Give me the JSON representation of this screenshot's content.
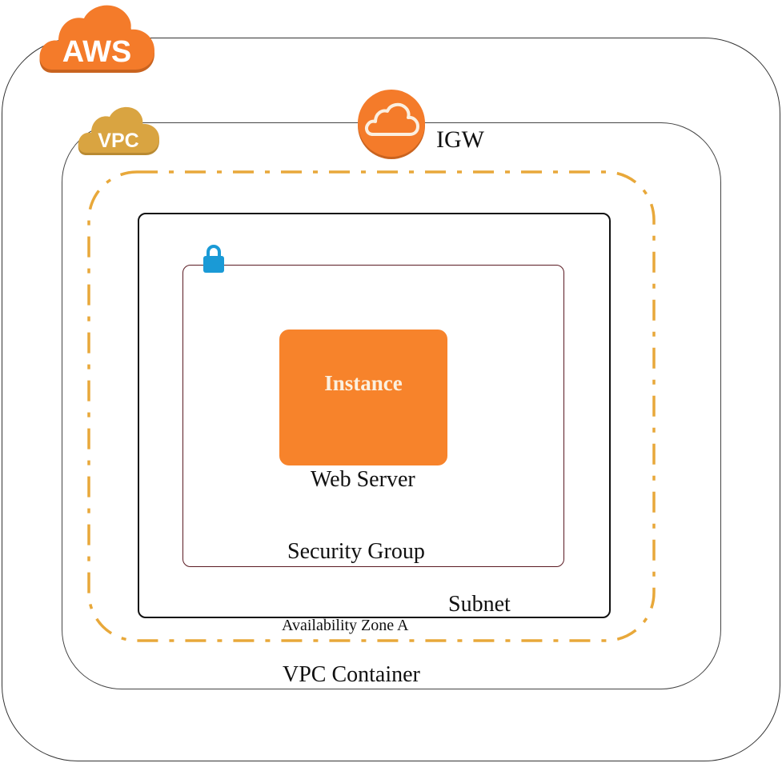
{
  "diagram": {
    "aws": {
      "label": "AWS",
      "color": "#f47b2a",
      "icon": "aws-cloud-icon"
    },
    "vpc": {
      "label": "VPC",
      "color": "#d9a441",
      "icon": "vpc-cloud-icon",
      "container_label": "VPC Container"
    },
    "igw": {
      "label": "IGW",
      "color": "#f47b2a",
      "icon": "internet-gateway-icon"
    },
    "availability_zone": {
      "label": "Availability Zone A",
      "border_color": "#e8a83a",
      "border_style": "dash-dot"
    },
    "subnet": {
      "label": "Subnet"
    },
    "security_group": {
      "label": "Security Group",
      "icon": "lock-icon",
      "icon_color": "#1a9ad6",
      "border_color": "#5a1a22"
    },
    "instance": {
      "label": "Instance",
      "caption": "Web Server",
      "color": "#f7832b"
    }
  }
}
